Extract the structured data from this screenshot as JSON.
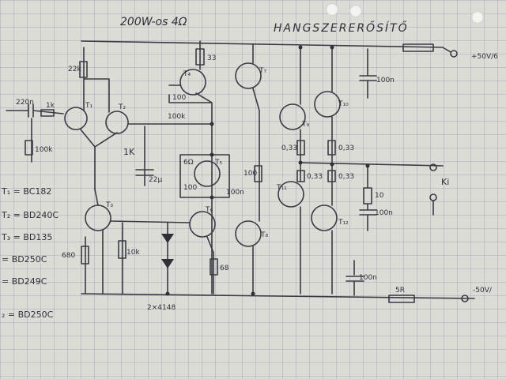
{
  "title": "200W-os 4Ω",
  "heading": "HANGSZERERŐSÍTŐ",
  "labels": {
    "r_input": "220n",
    "r_1k": "1k",
    "r_22k": "22k",
    "r_100k_left": "100k",
    "c_1k": "1K",
    "c_22u": "22μ",
    "r_33": "33",
    "r_100k_mid": "100k",
    "c_100_top": "100",
    "c_100n_top": "100n",
    "r_033a": "0,33",
    "r_033b": "0,33",
    "r_033c": "0,33",
    "r_033d": "0,33",
    "r_100_mid": "100",
    "r_10": "10",
    "c_100n_right": "100n",
    "out_ki": "Ki",
    "r_10k": "10k",
    "r_680": "680",
    "r_68": "68",
    "c_100n_bot": "100n",
    "r_5r": "5R",
    "c_100n_low": "100n",
    "diodes": "2×4148",
    "v_plus": "+50V/6",
    "v_minus": "-50V/",
    "t1": "T₁",
    "t2": "T₂",
    "t3": "T₃",
    "t4": "T₄",
    "t5": "T₅",
    "t6": "T₆",
    "t7": "T₇",
    "t8": "T₈",
    "t9": "T₉",
    "t10": "T₁₀",
    "t11": "T₁₁",
    "t12": "T₁₂",
    "r_small1": "6Ω",
    "r_small2": "100"
  },
  "bom": [
    "T₁ = BC182",
    "T₂ = BD240C",
    "T₃ = BD135",
    "= BD250C",
    "= BD249C",
    "₂ = BD250C"
  ]
}
